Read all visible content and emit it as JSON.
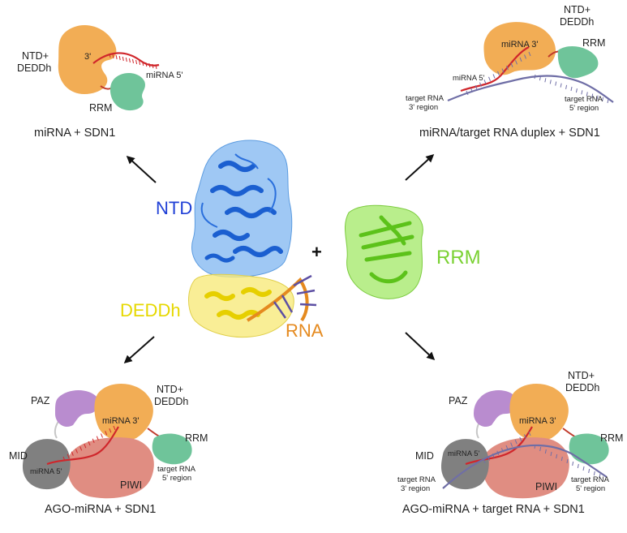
{
  "colors": {
    "ntd_deddh": "#f2ad55",
    "rrm": "#6fc49a",
    "paz": "#b98ccf",
    "mid": "#808080",
    "piwi": "#e08d82",
    "mirna": "#d0262b",
    "target": "#6f6ea6",
    "linker": "#c0392b",
    "ntd_struct": "#5a9ee8",
    "ntd_text": "#1f3fd6",
    "deddh_struct": "#f5e66a",
    "deddh_text": "#e6d800",
    "rrm_struct": "#8fe052",
    "rrm_text": "#7ad132",
    "rna_struct": "#e58a1f",
    "rna_text": "#e58a1f"
  },
  "center": {
    "ntd_label": "NTD",
    "deddh_label": "DEDDh",
    "rna_label": "RNA",
    "rrm_label": "RRM",
    "plus": "+"
  },
  "panel_tl": {
    "ntd_line1": "NTD+",
    "ntd_line2": "DEDDh",
    "mirna3": "3'",
    "mirna5": "miRNA 5'",
    "rrm": "RRM",
    "caption": "miRNA + SDN1"
  },
  "panel_tr": {
    "ntd_line1": "NTD+",
    "ntd_line2": "DEDDh",
    "mirna3": "miRNA 3'",
    "rrm": "RRM",
    "mirna5": "miRNA 5'",
    "target3_line1": "target RNA",
    "target3_line2": "3' region",
    "target5_line1": "target RNA",
    "target5_line2": "5' region",
    "caption": "miRNA/target RNA duplex + SDN1"
  },
  "panel_bl": {
    "paz": "PAZ",
    "ntd_line1": "NTD+",
    "ntd_line2": "DEDDh",
    "mirna3": "miRNA 3'",
    "rrm": "RRM",
    "mid": "MID",
    "mirna5": "miRNA 5'",
    "piwi": "PIWI",
    "target5_line1": "target RNA",
    "target5_line2": "5' region",
    "caption": "AGO-miRNA + SDN1"
  },
  "panel_br": {
    "paz": "PAZ",
    "ntd_line1": "NTD+",
    "ntd_line2": "DEDDh",
    "mirna3": "miRNA 3'",
    "rrm": "RRM",
    "mid": "MID",
    "mirna5": "miRNA 5'",
    "piwi": "PIWI",
    "target3_line1": "target RNA",
    "target3_line2": "3' region",
    "target5_line1": "target RNA",
    "target5_line2": "5' region",
    "caption": "AGO-miRNA + target RNA + SDN1"
  }
}
